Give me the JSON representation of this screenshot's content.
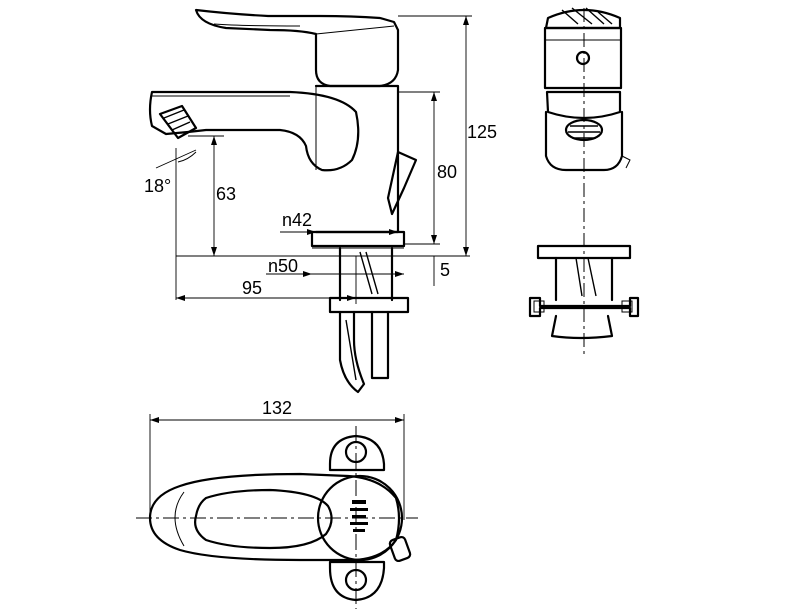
{
  "dimensions": {
    "angle": "18°",
    "spout_height": "63",
    "body_height": "80",
    "total_height": "125",
    "nut_inner": "n42",
    "nut_outer": "n50",
    "base_thickness": "5",
    "reach": "95",
    "overall_length": "132"
  },
  "colors": {
    "line": "#000000",
    "background": "#ffffff"
  }
}
